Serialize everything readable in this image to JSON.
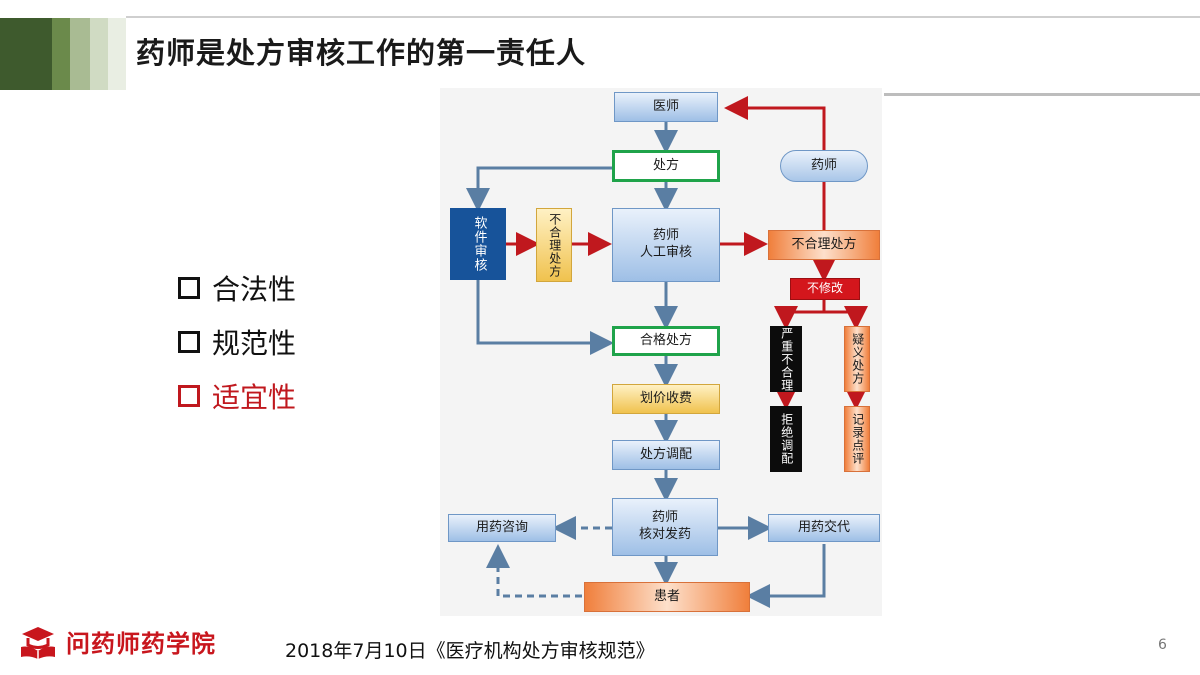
{
  "title": "药师是处方审核工作的第一责任人",
  "bullets": [
    {
      "label": "合法性",
      "highlight": false
    },
    {
      "label": "规范性",
      "highlight": false
    },
    {
      "label": "适宜性",
      "highlight": true
    }
  ],
  "diagram": {
    "nodes": {
      "doctor": "医师",
      "prescription": "处方",
      "pharmacist_oval": "药师",
      "software_review": "软件审核",
      "unreasonable_small": "不合理处方",
      "manual_review_line1": "药师",
      "manual_review_line2": "人工审核",
      "unreasonable_rx": "不合理处方",
      "not_modify": "不修改",
      "qualified_rx": "合格处方",
      "severe_unreasonable": "严重不合理",
      "doubtful_rx": "疑义处方",
      "pricing": "划价收费",
      "refuse_dispense": "拒绝调配",
      "record_review": "记录点评",
      "dispensing": "处方调配",
      "medication_consult": "用药咨询",
      "check_dispense_line1": "药师",
      "check_dispense_line2": "核对发药",
      "medication_handover": "用药交代",
      "patient": "患者"
    }
  },
  "colors": {
    "accent_red": "#c0181e",
    "flow_blue": "#5a7ea3",
    "flow_red": "#c0181e",
    "header_stripe_dark": "#3f5a2e",
    "header_stripe_mid": "#6a8a4a"
  },
  "footer": {
    "logo_text": "问药师药学院",
    "citation": "2018年7月10日《医疗机构处方审核规范》",
    "page_number": "6"
  }
}
